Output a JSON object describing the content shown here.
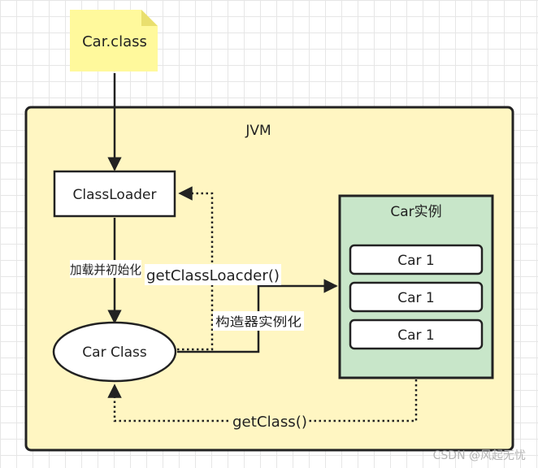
{
  "nodes": {
    "file": "Car.class",
    "jvm": "JVM",
    "classloader": "ClassLoader",
    "carclass": "Car Class",
    "instances_title": "Car实例",
    "instances": [
      "Car 1",
      "Car 1",
      "Car 1"
    ]
  },
  "edges": {
    "load_init": "加载并初始化",
    "get_classloader": "getClassLoacder()",
    "construct": "构造器实例化",
    "get_class": "getClass()"
  },
  "watermark": "CSDN @风起无忧",
  "colors": {
    "note_fill": "#fff99c",
    "jvm_fill": "#fff6c2",
    "instance_fill": "#c8e6c9",
    "stroke": "#222222"
  }
}
